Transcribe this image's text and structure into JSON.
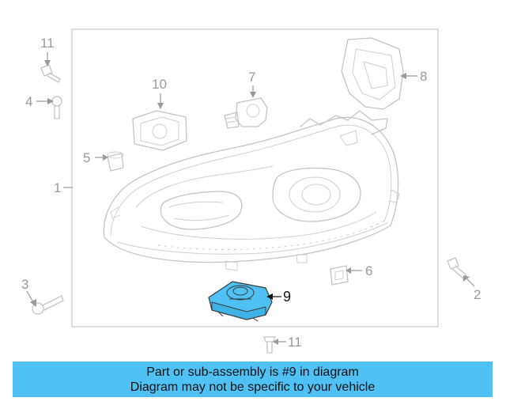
{
  "diagram": {
    "callouts": [
      {
        "id": "1",
        "label": "1"
      },
      {
        "id": "2",
        "label": "2"
      },
      {
        "id": "3",
        "label": "3"
      },
      {
        "id": "4",
        "label": "4"
      },
      {
        "id": "5",
        "label": "5"
      },
      {
        "id": "6",
        "label": "6"
      },
      {
        "id": "7",
        "label": "7"
      },
      {
        "id": "8",
        "label": "8"
      },
      {
        "id": "9",
        "label": "9"
      },
      {
        "id": "10",
        "label": "10"
      },
      {
        "id": "11a",
        "label": "11"
      },
      {
        "id": "11b",
        "label": "11"
      }
    ],
    "highlighted_part": "9"
  },
  "banner": {
    "line1": "Part or sub-assembly is #9 in diagram",
    "line2": "Diagram may not be specific to your vehicle"
  },
  "colors": {
    "highlight_fill": "#4fc1f5",
    "banner_background": "#4fc1f5",
    "line_gray": "#c4c4c4"
  }
}
